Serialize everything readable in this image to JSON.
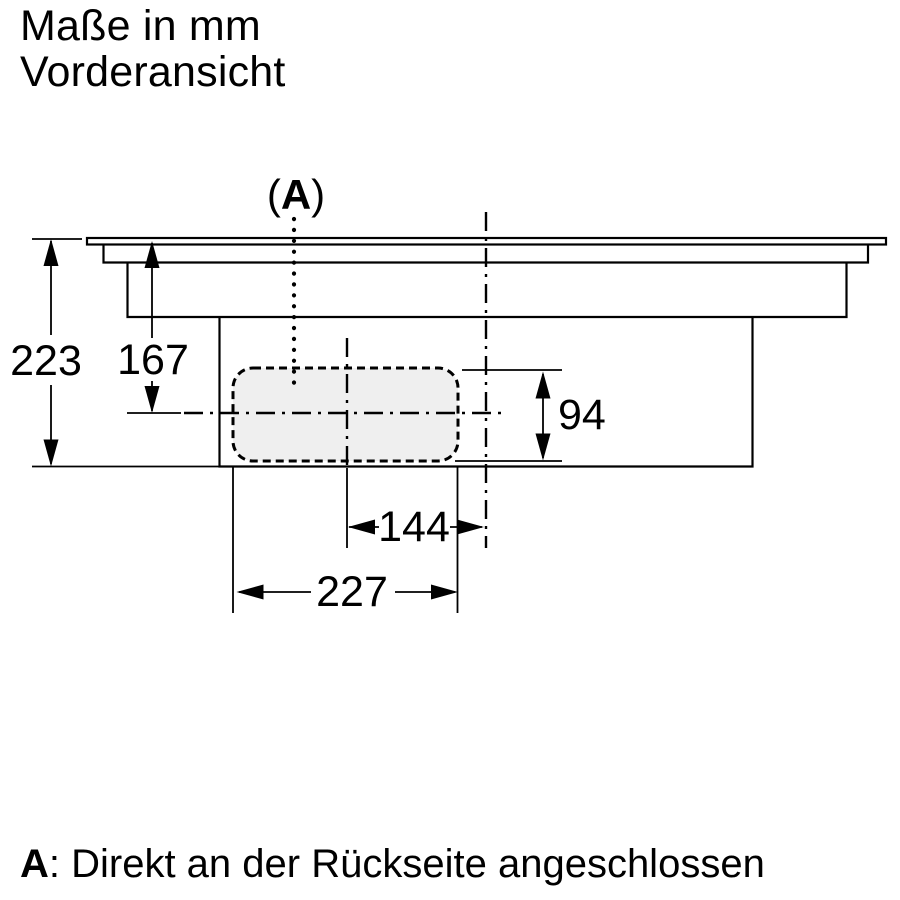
{
  "title": {
    "line1": "Maße in mm",
    "line2": "Vorderansicht"
  },
  "callout": {
    "open": "(",
    "letter": "A",
    "close": ")"
  },
  "dimensions": {
    "total_height_mm": "223",
    "glass_to_axis_mm": "167",
    "duct_height_mm": "94",
    "center_to_axis_mm": "144",
    "duct_width_mm": "227"
  },
  "footnote": {
    "label": "A",
    "text": ": Direkt an der Rückseite angeschlossen"
  },
  "colors": {
    "line": "#000000",
    "duct_fill": "#efefef",
    "background": "#ffffff"
  }
}
